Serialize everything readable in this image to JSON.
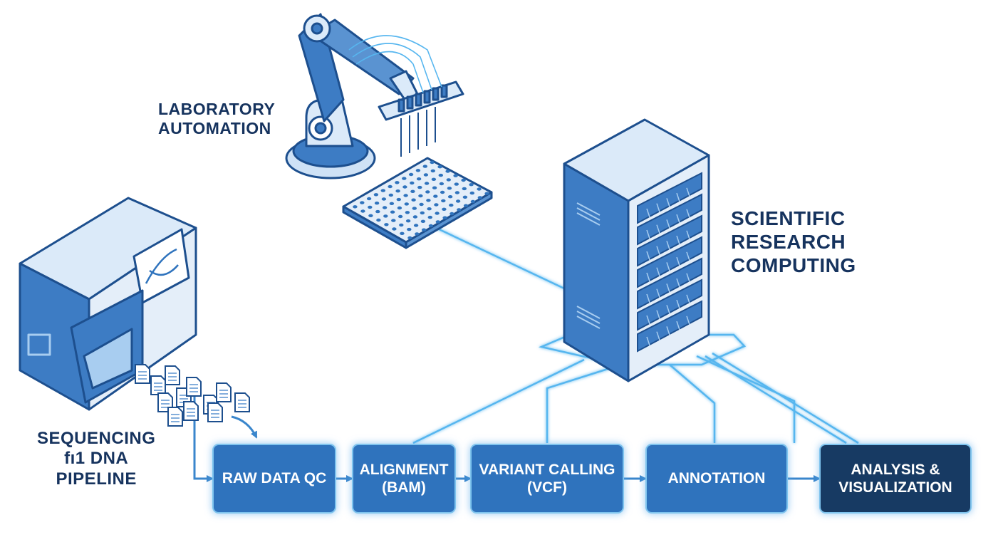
{
  "labels": {
    "lab_automation": [
      "LABORATORY",
      "AUTOMATION"
    ],
    "research_computing": [
      "SCIENTIFIC",
      "RESEARCH",
      "COMPUTING"
    ],
    "sequencing": [
      "SEQUENCING",
      "fı1 DNA",
      "PIPELINE"
    ]
  },
  "pipeline": [
    {
      "id": "raw-data-qc",
      "lines": [
        "RAW DATA QC"
      ]
    },
    {
      "id": "alignment",
      "lines": [
        "ALIGNMENT",
        "(BAM)"
      ]
    },
    {
      "id": "variant-calling",
      "lines": [
        "VARIANT CALLING",
        "(VCF)"
      ]
    },
    {
      "id": "annotation",
      "lines": [
        "ANNOTATION"
      ]
    },
    {
      "id": "analysis-visualization",
      "lines": [
        "ANALYSIS &",
        "VISUALIZATION"
      ]
    }
  ],
  "colors": {
    "box_blue": "#2f73bd",
    "box_dark": "#173a63",
    "line_glow": "#57b6ef",
    "outline": "#1d4f8e",
    "label_text": "#16335e"
  }
}
